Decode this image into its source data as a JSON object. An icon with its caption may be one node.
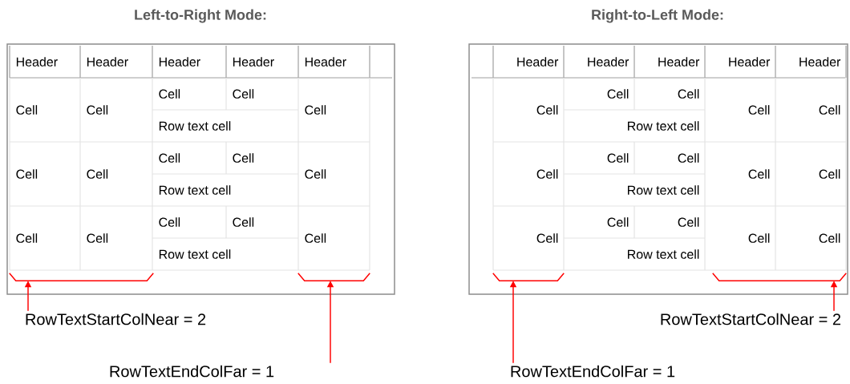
{
  "diagram": {
    "nodes": [
      {
        "text": [
          "RowTextStartColNear = 2"
        ]
      },
      {
        "text": [],
        "shape": "bracket"
      },
      {
        "text": [
          "RowTextEndColFar = 1"
        ]
      },
      {
        "text": [],
        "shape": "bracket"
      },
      {
        "text": [
          "RowTextStartColNear = 2"
        ]
      },
      {
        "text": [],
        "shape": "bracket"
      },
      {
        "text": [
          "RowTextEndColFar = 1"
        ]
      },
      {
        "text": [],
        "shape": "bracket"
      }
    ],
    "edges": [
      {
        "from": 0,
        "to": 1,
        "arrow": "to"
      },
      {
        "from": 2,
        "to": 3,
        "arrow": "to"
      },
      {
        "from": 4,
        "to": 7,
        "arrow": "to"
      },
      {
        "from": 6,
        "to": 5,
        "arrow": "to"
      }
    ],
    "labels": [
      "Left-to-Right Mode:",
      "Header",
      "Header",
      "Header",
      "Header",
      "Header",
      "Cell",
      "Cell",
      "Cell",
      "Cell",
      "Cell",
      "Row text cell",
      "Cell",
      "Cell",
      "Cell",
      "Cell",
      "Cell",
      "Row text cell",
      "Cell",
      "Cell",
      "Cell",
      "Cell",
      "Cell",
      "Row text cell",
      "Right-to-Left Mode:",
      "Header",
      "Header",
      "Header",
      "Header",
      "Header",
      "Cell",
      "Cell",
      "Cell",
      "Cell",
      "Cell",
      "Row text cell",
      "Cell",
      "Cell",
      "Cell",
      "Cell",
      "Cell",
      "Row text cell",
      "Cell",
      "Cell",
      "Cell",
      "Cell",
      "Cell",
      "Row text cell"
    ]
  }
}
